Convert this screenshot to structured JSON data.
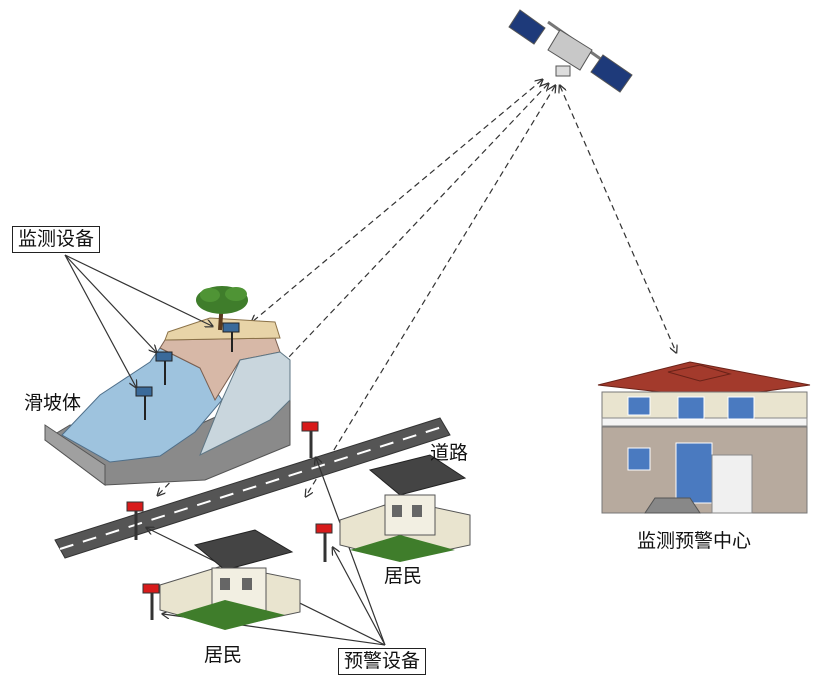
{
  "labels": {
    "monitoring_device": "监测设备",
    "landslide": "滑坡体",
    "road": "道路",
    "residents_right": "居民",
    "residents_left": "居民",
    "warning_device": "预警设备",
    "center": "监测预警中心"
  },
  "colors": {
    "satellite_panel": "#1e3a7a",
    "satellite_body": "#c8c8c8",
    "roof": "#a33a2c",
    "house_wall": "#e9e4cf",
    "road": "#555555",
    "water_slope": "#9ec3de",
    "rock": "#d7b8a7",
    "grass": "#3f7d2b",
    "beacon": "#d81b1b"
  },
  "icons": [
    "satellite-icon",
    "tree-icon",
    "house-icon",
    "warning-pole-icon"
  ]
}
